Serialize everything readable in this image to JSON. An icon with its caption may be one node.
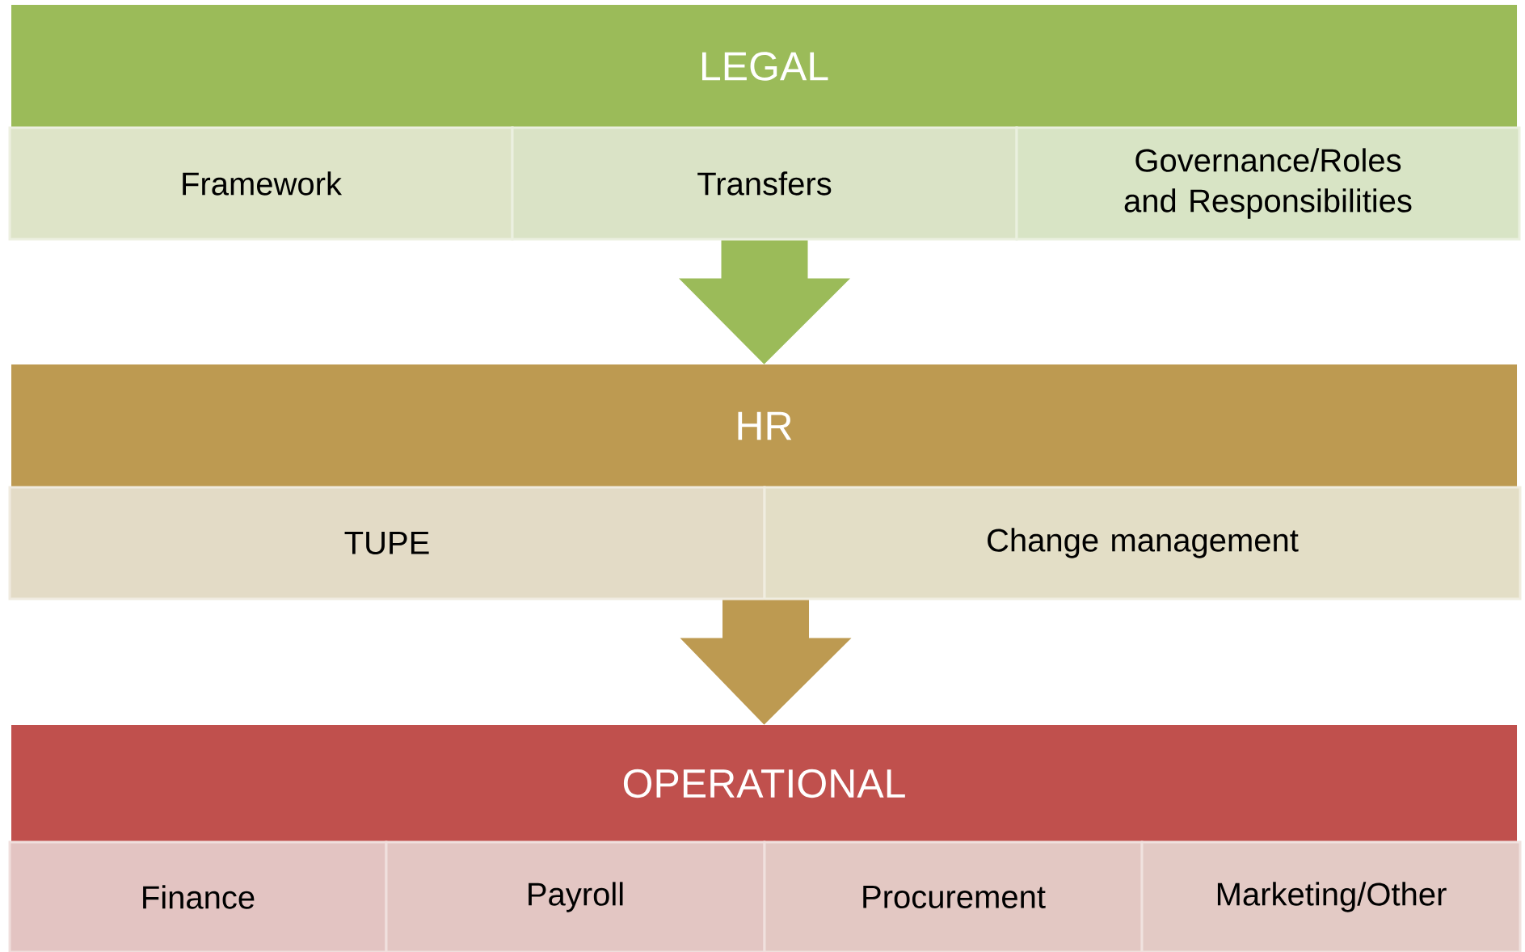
{
  "diagram": {
    "nodes": [
      {
        "text": [
          "LEGAL"
        ]
      },
      {
        "text": [
          "Framework"
        ]
      },
      {
        "text": [
          "Transfers"
        ]
      },
      {
        "text": [
          "Governance/Roles and Responsibilities"
        ]
      },
      {
        "text": [
          "HR"
        ]
      },
      {
        "text": [
          "TUPE"
        ]
      },
      {
        "text": [
          "Change management"
        ]
      },
      {
        "text": [
          "OPERATIONAL"
        ]
      },
      {
        "text": [
          "Finance"
        ]
      },
      {
        "text": [
          "Payroll"
        ]
      },
      {
        "text": [
          "Procurement"
        ]
      },
      {
        "text": [
          "Marketing/Other"
        ]
      }
    ],
    "edges": [
      {
        "from": 2,
        "to": 4,
        "arrow": "to",
        "color": "#9bbb59"
      },
      {
        "from": 5,
        "to": 7,
        "arrow": "to",
        "color": "#bd9a51"
      }
    ]
  }
}
